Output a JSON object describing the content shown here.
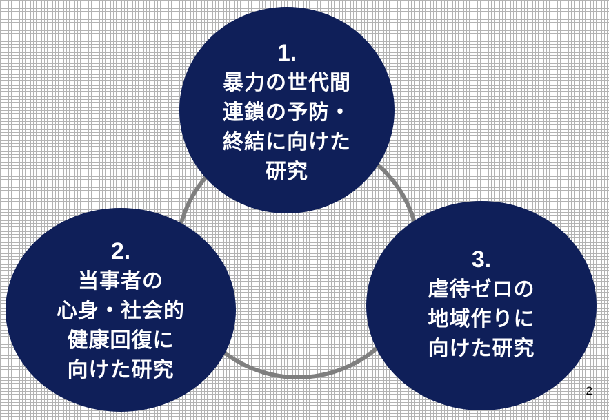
{
  "colors": {
    "node_fill": "#0f1f59",
    "node_text": "#ffffff",
    "ring": "#7f7f7f",
    "grid": "#b3b3b3"
  },
  "nodes": [
    {
      "number": "1.",
      "lines": [
        "暴力の世代間",
        "連鎖の予防・",
        "終結に向けた",
        "研究"
      ]
    },
    {
      "number": "2.",
      "lines": [
        "当事者の",
        "心身・社会的",
        "健康回復に",
        "向けた研究"
      ]
    },
    {
      "number": "3.",
      "lines": [
        "虐待ゼロの",
        "地域作りに",
        "向けた研究"
      ]
    }
  ],
  "page_number": "2"
}
